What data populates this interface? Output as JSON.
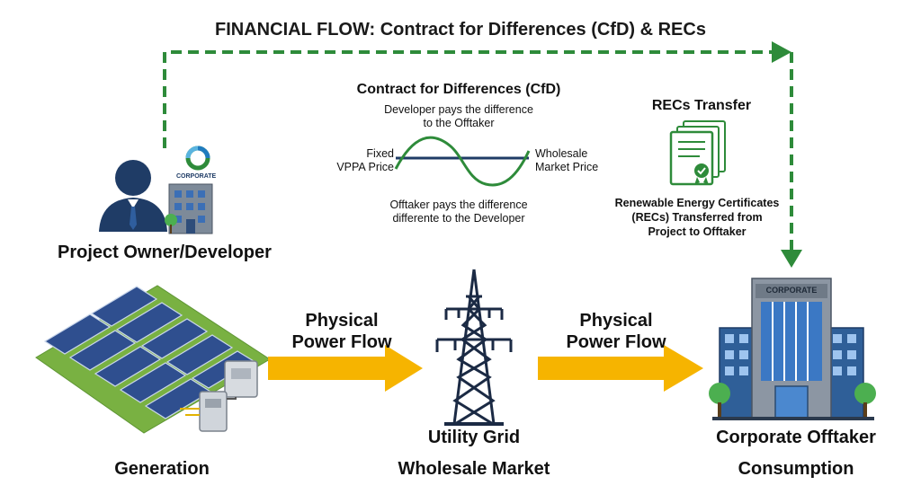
{
  "title": "FINANCIAL FLOW: Contract for Differences (CfD) & RECs",
  "developer": {
    "label": "Project Owner/Developer",
    "badge": "CORPORATE"
  },
  "cfd": {
    "heading": "Contract for Differences (CfD)",
    "top_line1": "Developer pays the difference",
    "top_line2": "to the Offtaker",
    "left_line1": "Fixed",
    "left_line2": "VPPA Price",
    "right_line1": "Wholesale",
    "right_line2": "Market Price",
    "bottom_line1": "Offtaker pays the difference",
    "bottom_line2": "differente to the Developer"
  },
  "recs": {
    "heading": "RECs Transfer",
    "desc_line1": "Renewable Energy Certificates",
    "desc_line2": "(RECs) Transferred from",
    "desc_line3": "Project to Offtaker"
  },
  "flow1": {
    "line1": "Physical",
    "line2": "Power Flow"
  },
  "flow2": {
    "line1": "Physical",
    "line2": "Power Flow"
  },
  "generation": {
    "label": "Generation"
  },
  "grid": {
    "label": "Utility Grid",
    "sublabel": "Wholesale Market"
  },
  "offtaker": {
    "label": "Corporate Offtaker",
    "sublabel": "Consumption",
    "sign": "CORPORATE"
  },
  "colors": {
    "green": "#2e8b3a",
    "arrow_yellow": "#f6b400",
    "panel_blue": "#2f4f8f",
    "navy": "#1f3c66"
  }
}
